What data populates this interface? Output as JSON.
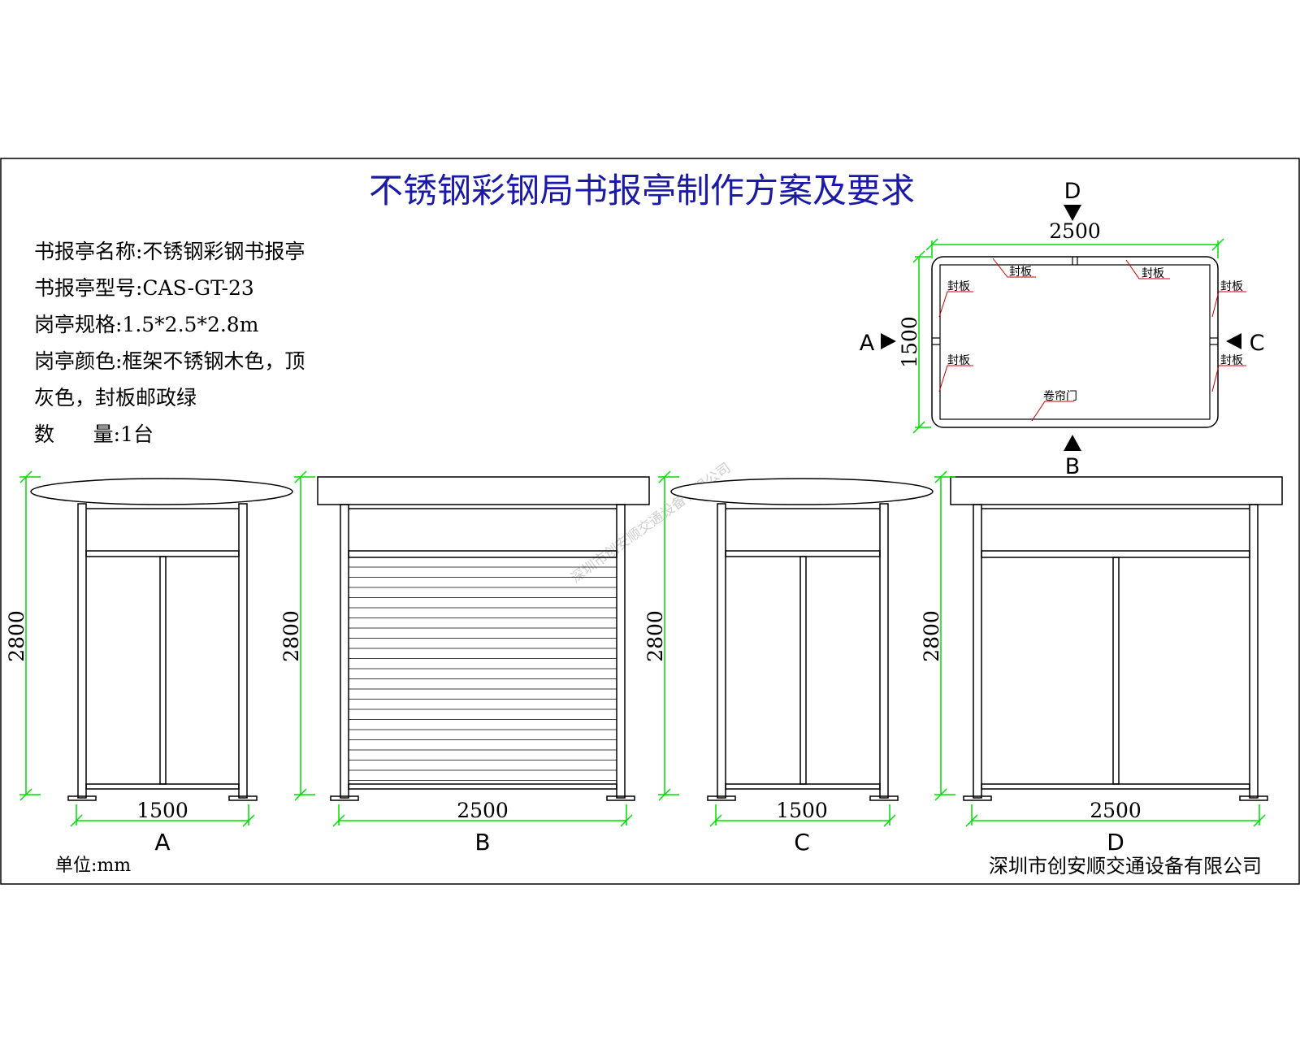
{
  "title": "不锈钢彩钢局书报亭制作方案及要求",
  "specs": [
    "书报亭名称:不锈钢彩钢书报亭",
    "书报亭型号:CAS-GT-23",
    "岗亭规格:1.5*2.5*2.8m",
    "岗亭颜色:框架不锈钢木色，顶",
    "灰色，封板邮政绿",
    "数      量:1台"
  ],
  "unit": "单位:mm",
  "company": "深圳市创安顺交通设备有限公司",
  "watermark": "深圳市创安顺交通设备有限公司",
  "plan": {
    "width_label": "2500",
    "depth_label": "1500",
    "view_markers": {
      "a": "A",
      "b": "B",
      "c": "C",
      "d": "D"
    },
    "panel_label": "封板",
    "door_label": "卷帘门"
  },
  "elevations": [
    {
      "view": "A",
      "width": "1500",
      "height": "2800"
    },
    {
      "view": "B",
      "width": "2500",
      "height": "2800"
    },
    {
      "view": "C",
      "width": "1500",
      "height": "2800"
    },
    {
      "view": "D",
      "width": "2500",
      "height": "2800"
    }
  ],
  "colors": {
    "title": "#1a1aa6",
    "dimension": "#00dd00",
    "leader": "#cc0000",
    "line": "#000000",
    "watermark": "#cfcfcf"
  }
}
